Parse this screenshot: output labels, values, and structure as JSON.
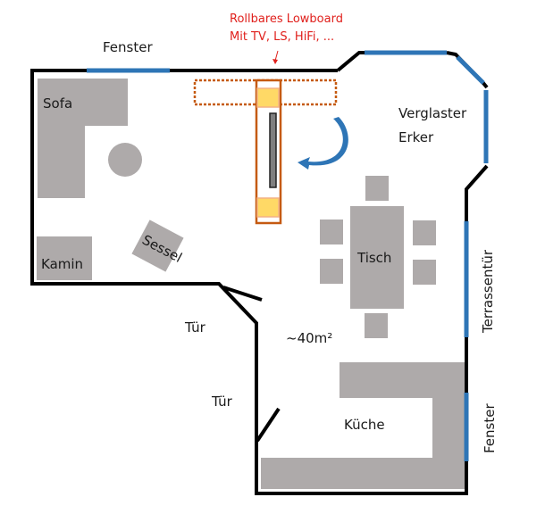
{
  "annotation": {
    "line1": "Rollbares Lowboard",
    "line2": "Mit TV, LS, HiFi, ...",
    "color": "#e0201c"
  },
  "labels": {
    "window_top": "Fenster",
    "sofa": "Sofa",
    "bay": [
      "Verglaster",
      "Erker"
    ],
    "armchair": "Sessel",
    "fireplace": "Kamin",
    "table": "Tisch",
    "terrace_door": "Terrassentür",
    "door1": "Tür",
    "door2": "Tür",
    "area": "~40m²",
    "kitchen": "Küche",
    "window_right": "Fenster"
  },
  "colors": {
    "wall": "#000000",
    "window": "#2e75b6",
    "furniture": "#aeaaaa",
    "lowboard_outline": "#c55a11",
    "lowboard_dotted": "#c55a11",
    "speaker": "#ffd966",
    "speaker_border": "#f4b183",
    "tv": "#7f7f7f",
    "arrow": "#2e75b6"
  }
}
